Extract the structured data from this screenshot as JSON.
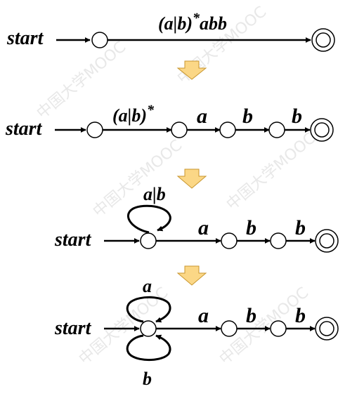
{
  "start_label": "start",
  "watermark": "中国大学MOOC",
  "colors": {
    "line": "#000000",
    "state_fill": "#ffffff",
    "arrow_fill": "#fbd786",
    "arrow_stroke": "#c8962e"
  },
  "diagram1": {
    "regex_base": "(a|b)",
    "regex_star": "*",
    "regex_tail": "abb"
  },
  "diagram2": {
    "first_base": "(a|b)",
    "first_star": "*",
    "edges": [
      "a",
      "b",
      "b"
    ]
  },
  "diagram3": {
    "loop_label": "a|b",
    "edges": [
      "a",
      "b",
      "b"
    ]
  },
  "diagram4": {
    "loop_top_label": "a",
    "loop_bottom_label": "b",
    "edges": [
      "a",
      "b",
      "b"
    ]
  }
}
